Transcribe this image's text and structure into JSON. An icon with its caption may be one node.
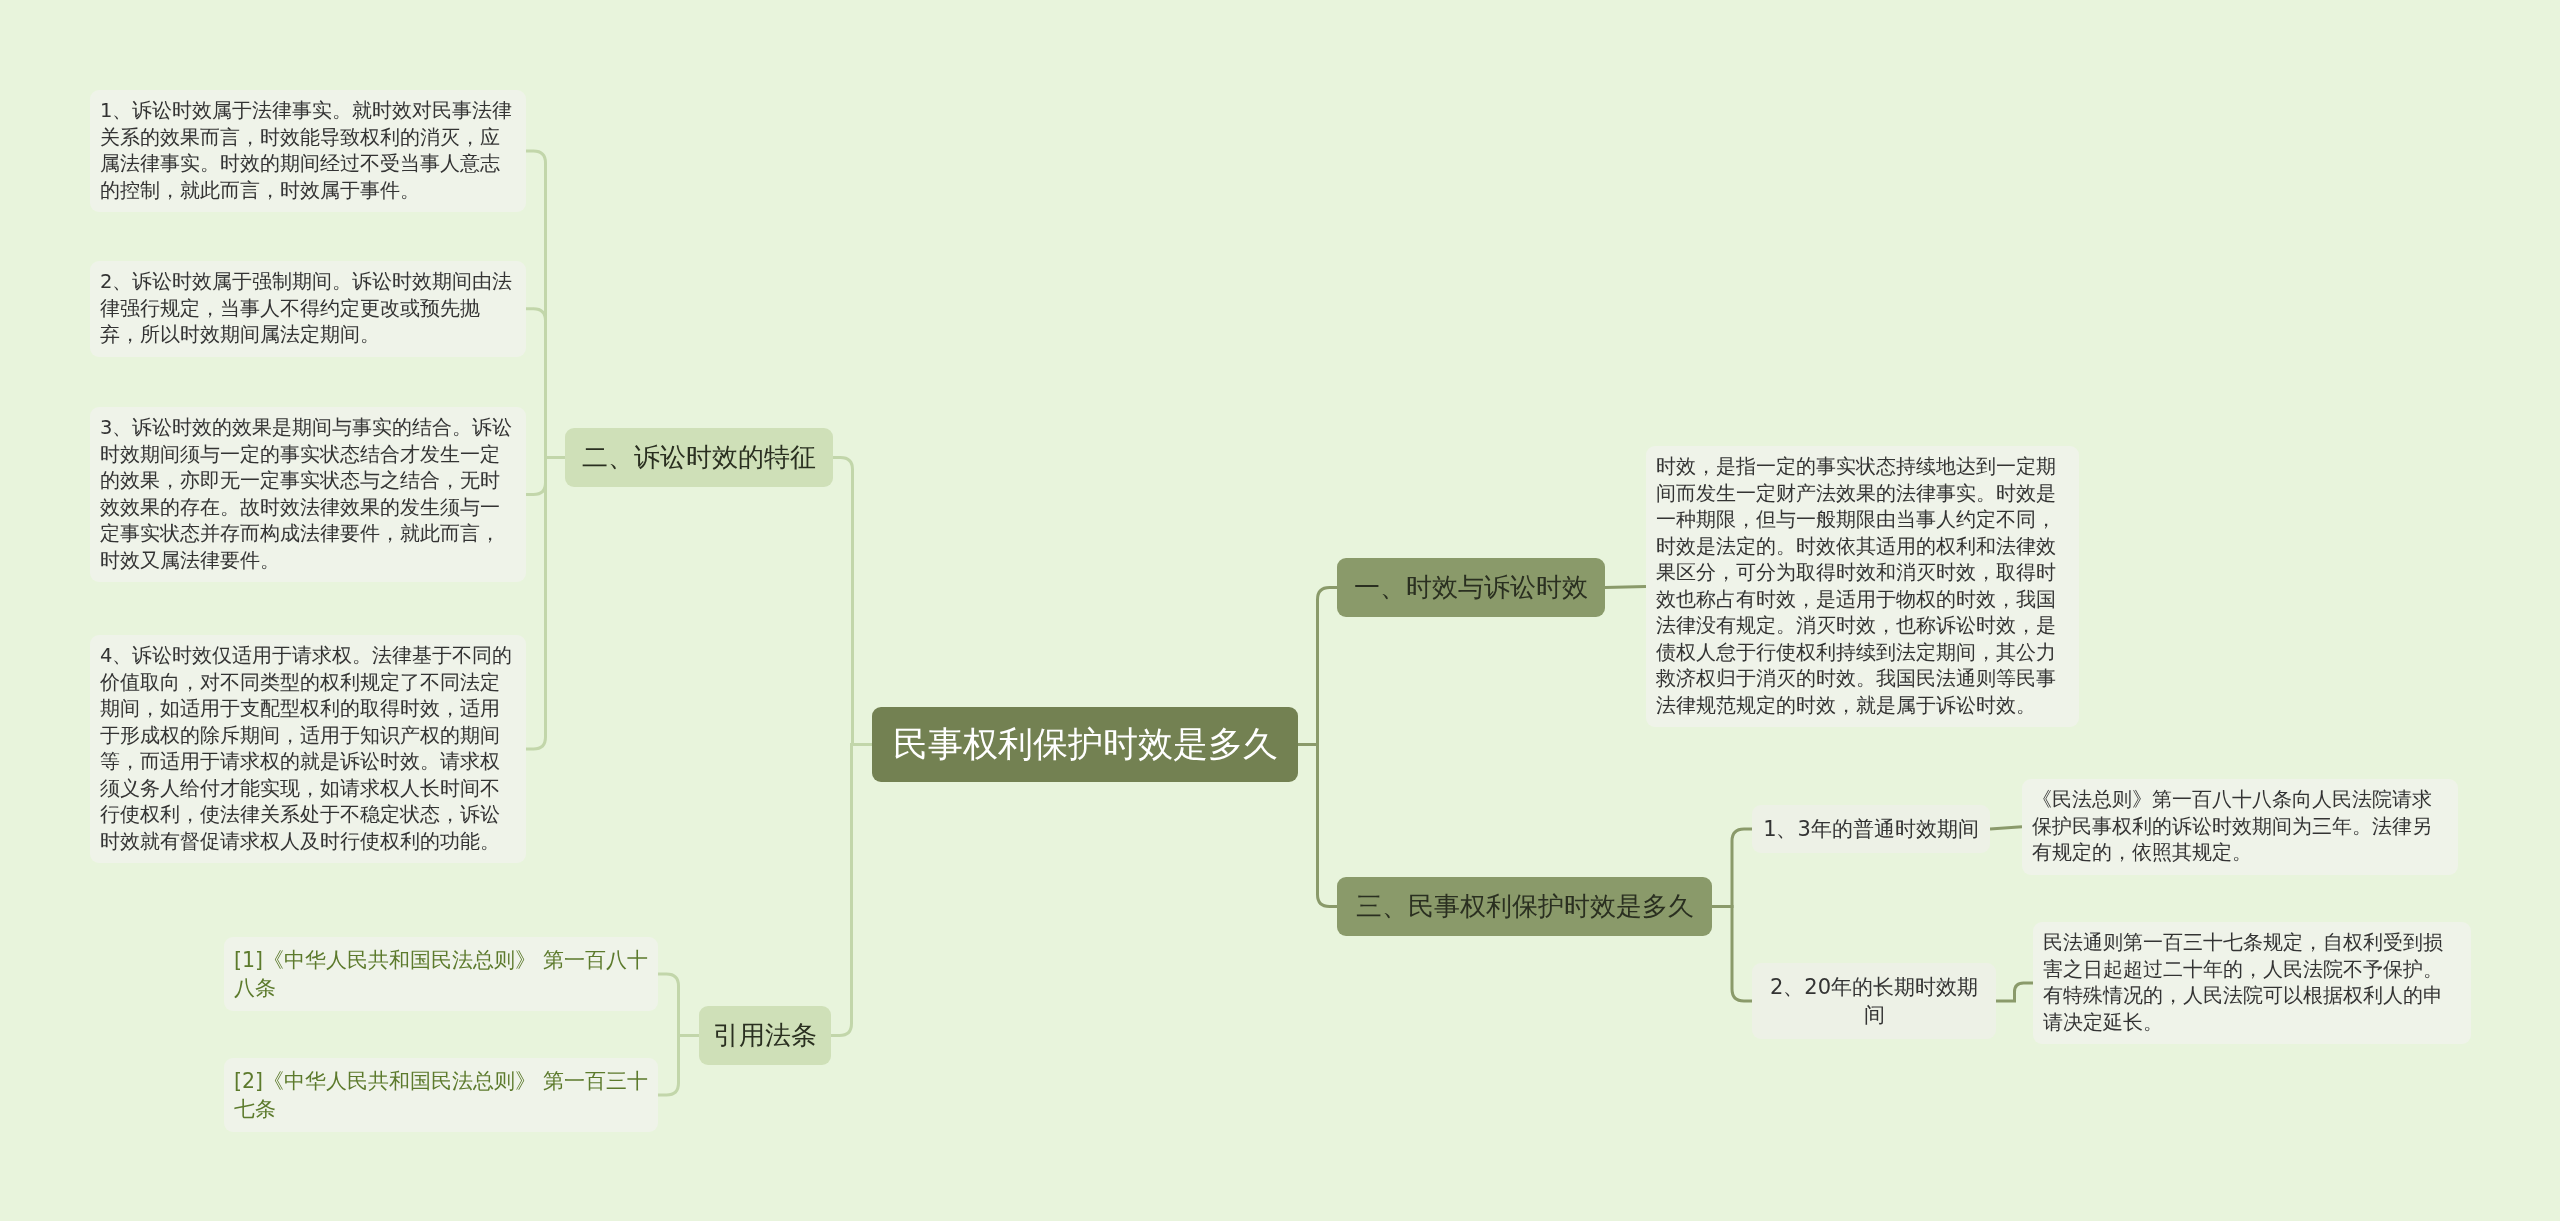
{
  "diagram": {
    "nodes": [
      {
        "text": [
          "民事权利保护时效是多久"
        ]
      },
      {
        "text": [
          "一、时效与诉讼时效"
        ]
      },
      {
        "text": [
          "时效，是指一定的事实状态持续地达到一定期间而发生一定财产法效果的法律事实。时效是一种期限，但与一般期限由当事人约定不同，时效是法定的。时效依其适用的权利和法律效果区分，可分为取得时效和消灭时效，取得时效也称占有时效，是适用于物权的时效，我国法律没有规定。消灭时效，也称诉讼时效，是债权人怠于行使权利持续到法定期间，其公力救济权归于消灭的时效。我国民法通则等民事法律规范规定的时效，就是属于诉讼时效。"
        ]
      },
      {
        "text": [
          "三、民事权利保护时效是多久"
        ]
      },
      {
        "text": [
          "1、3年的普通时效期间"
        ]
      },
      {
        "text": [
          "《民法总则》第一百八十八条向人民法院请求保护民事权利的诉讼时效期间为三年。法律另有规定的，依照其规定。"
        ]
      },
      {
        "text": [
          "2、20年的长期时效期间"
        ]
      },
      {
        "text": [
          "民法通则第一百三十七条规定，自权利受到损害之日起超过二十年的，人民法院不予保护。有特殊情况的，人民法院可以根据权利人的申请决定延长。"
        ]
      },
      {
        "text": [
          "二、诉讼时效的特征"
        ]
      },
      {
        "text": [
          "1、诉讼时效属于法律事实。就时效对民事法律关系的效果而言，时效能导致权利的消灭，应属法律事实。时效的期间经过不受当事人意志的控制，就此而言，时效属于事件。"
        ]
      },
      {
        "text": [
          "2、诉讼时效属于强制期间。诉讼时效期间由法律强行规定，当事人不得约定更改或预先抛弃，所以时效期间属法定期间。"
        ]
      },
      {
        "text": [
          "3、诉讼时效的效果是期间与事实的结合。诉讼时效期间须与一定的事实状态结合才发生一定的效果，亦即无一定事实状态与之结合，无时效效果的存在。故时效法律效果的发生须与一定事实状态并存而构成法律要件，就此而言，时效又属法律要件。"
        ]
      },
      {
        "text": [
          "4、诉讼时效仅适用于请求权。法律基于不同的价值取向，对不同类型的权利规定了不同法定期间，如适用于支配型权利的取得时效，适用于形成权的除斥期间，适用于知识产权的期间等，而适用于请求权的就是诉讼时效。请求权须义务人给付才能实现，如请求权人长时间不行使权利，使法律关系处于不稳定状态，诉讼时效就有督促请求权人及时行使权利的功能。"
        ]
      },
      {
        "text": [
          "引用法条"
        ]
      },
      {
        "text": [
          "[1]《中华人民共和国民法总则》 第一百八十八条"
        ]
      },
      {
        "text": [
          "[2]《中华人民共和国民法总则》 第一百三十七条"
        ]
      }
    ],
    "edges": [
      {
        "from": 0,
        "to": 1,
        "arrow": "none",
        "color": "#8a9a6a"
      },
      {
        "from": 1,
        "to": 2,
        "arrow": "none",
        "color": "#8a9a6a"
      },
      {
        "from": 0,
        "to": 3,
        "arrow": "none",
        "color": "#8a9a6a"
      },
      {
        "from": 3,
        "to": 4,
        "arrow": "none",
        "color": "#8a9a6a"
      },
      {
        "from": 4,
        "to": 5,
        "arrow": "none",
        "color": "#8a9a6a"
      },
      {
        "from": 3,
        "to": 6,
        "arrow": "none",
        "color": "#8a9a6a"
      },
      {
        "from": 6,
        "to": 7,
        "arrow": "none",
        "color": "#8a9a6a"
      },
      {
        "from": 0,
        "to": 8,
        "arrow": "none"
      },
      {
        "from": 8,
        "to": 9,
        "arrow": "none"
      },
      {
        "from": 8,
        "to": 10,
        "arrow": "none"
      },
      {
        "from": 8,
        "to": 11,
        "arrow": "none"
      },
      {
        "from": 8,
        "to": 12,
        "arrow": "none"
      },
      {
        "from": 0,
        "to": 13,
        "arrow": "none"
      },
      {
        "from": 13,
        "to": 14,
        "arrow": "none"
      },
      {
        "from": 13,
        "to": 15,
        "arrow": "none"
      }
    ]
  }
}
